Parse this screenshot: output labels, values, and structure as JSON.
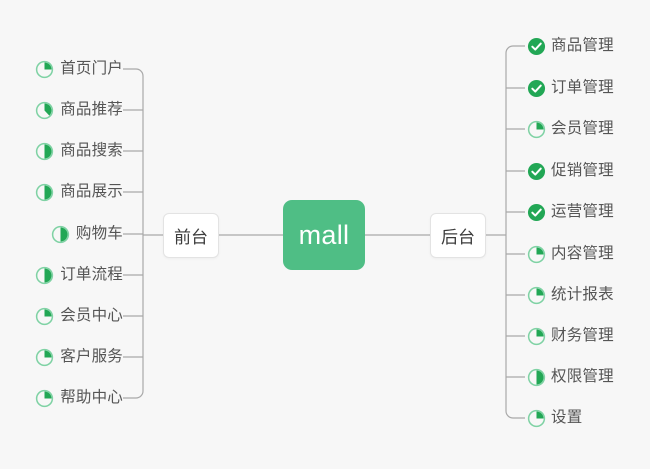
{
  "diagram": {
    "title": "mall",
    "background_color": "#f7f7f7",
    "accent_color": "#4fbe85",
    "icon_done_color": "#22a755",
    "icon_ring_color": "#7fd2a4",
    "connector_color": "#a9a9a9",
    "text_color": "#555555"
  },
  "root": {
    "label": "mall"
  },
  "branches": [
    {
      "side": "left",
      "node": {
        "label": "前台"
      },
      "items": [
        {
          "label": "首页门户",
          "icon": "pie-progress-icon",
          "progress": 25
        },
        {
          "label": "商品推荐",
          "icon": "pie-progress-icon",
          "progress": 38
        },
        {
          "label": "商品搜索",
          "icon": "pie-progress-icon",
          "progress": 50
        },
        {
          "label": "商品展示",
          "icon": "pie-progress-icon",
          "progress": 50
        },
        {
          "label": "购物车",
          "icon": "pie-progress-icon",
          "progress": 50
        },
        {
          "label": "订单流程",
          "icon": "pie-progress-icon",
          "progress": 50
        },
        {
          "label": "会员中心",
          "icon": "pie-progress-icon",
          "progress": 25
        },
        {
          "label": "客户服务",
          "icon": "pie-progress-icon",
          "progress": 25
        },
        {
          "label": "帮助中心",
          "icon": "pie-progress-icon",
          "progress": 25
        }
      ]
    },
    {
      "side": "right",
      "node": {
        "label": "后台"
      },
      "items": [
        {
          "label": "商品管理",
          "icon": "check-circle-icon",
          "progress": 100
        },
        {
          "label": "订单管理",
          "icon": "check-circle-icon",
          "progress": 100
        },
        {
          "label": "会员管理",
          "icon": "pie-progress-icon",
          "progress": 25
        },
        {
          "label": "促销管理",
          "icon": "check-circle-icon",
          "progress": 100
        },
        {
          "label": "运营管理",
          "icon": "check-circle-icon",
          "progress": 100
        },
        {
          "label": "内容管理",
          "icon": "pie-progress-icon",
          "progress": 25
        },
        {
          "label": "统计报表",
          "icon": "pie-progress-icon",
          "progress": 25
        },
        {
          "label": "财务管理",
          "icon": "pie-progress-icon",
          "progress": 25
        },
        {
          "label": "权限管理",
          "icon": "pie-progress-icon",
          "progress": 50
        },
        {
          "label": "设置",
          "icon": "pie-progress-icon",
          "progress": 25
        }
      ]
    }
  ]
}
